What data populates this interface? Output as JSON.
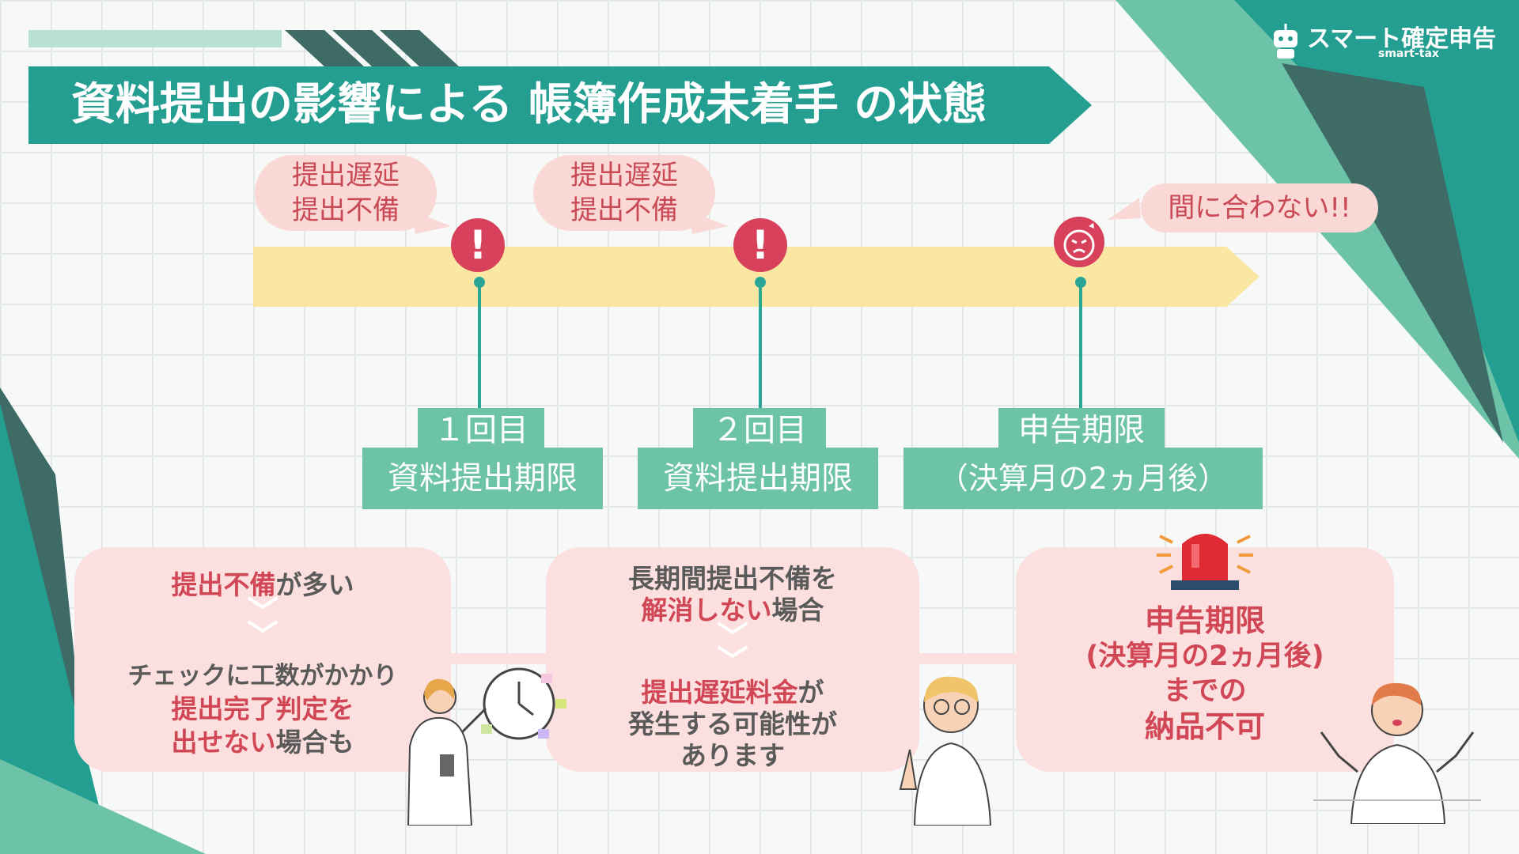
{
  "title": "資料提出の影響による 帳簿作成未着手 の状態",
  "logo": {
    "text": "スマート確定申告",
    "sub": "smart-tax",
    "icon": "robot-icon"
  },
  "colors": {
    "teal": "#249e90",
    "dark_teal": "#3e6b66",
    "mint": "#6cc3a8",
    "timeline": "#fbe7a4",
    "alert": "#d8415c",
    "pink": "#fcdfdf",
    "red_text": "#d14755"
  },
  "timeline": {
    "bubbles": [
      {
        "line1": "提出遅延",
        "line2": "提出不備"
      },
      {
        "line1": "提出遅延",
        "line2": "提出不備"
      },
      {
        "line1": "間に合わない!!"
      }
    ],
    "icons": [
      "exclamation-icon",
      "exclamation-icon",
      "angry-face-icon"
    ],
    "milestones": [
      {
        "top": "１回目",
        "bottom": "資料提出期限"
      },
      {
        "top": "２回目",
        "bottom": "資料提出期限"
      },
      {
        "top": "申告期限",
        "bottom": "（決算月の2ヵ月後）"
      }
    ]
  },
  "cards": [
    {
      "a_red": "提出不備",
      "a_dark": "が多い",
      "b": "チェックに工数がかかり",
      "c": "提出完了判定を",
      "d_red": "出せない",
      "d_dark": "場合も"
    },
    {
      "a": "長期間提出不備を",
      "b_red": "解消しない",
      "b_dark": "場合",
      "c_red": "提出遅延料金",
      "c_dark": "が",
      "d": "発生する可能性が",
      "e": "あります"
    },
    {
      "a": "申告期限",
      "b": "(決算月の2ヵ月後)",
      "c": "までの",
      "d": "納品不可"
    }
  ]
}
